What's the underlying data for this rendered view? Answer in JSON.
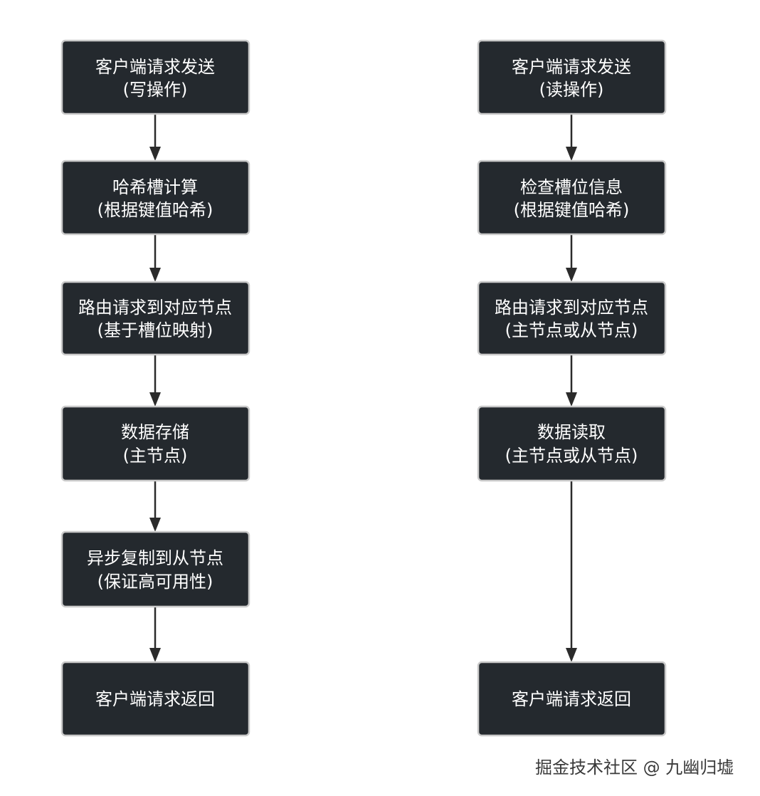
{
  "diagram": {
    "write_flow": {
      "node_1": {
        "line1": "客户端请求发送",
        "line2": "(写操作)"
      },
      "node_2": {
        "line1": "哈希槽计算",
        "line2": "(根据键值哈希)"
      },
      "node_3": {
        "line1": "路由请求到对应节点",
        "line2": "(基于槽位映射)"
      },
      "node_4": {
        "line1": "数据存储",
        "line2": "(主节点)"
      },
      "node_5": {
        "line1": "异步复制到从节点",
        "line2": "(保证高可用性)"
      },
      "node_6": {
        "line1": "客户端请求返回"
      }
    },
    "read_flow": {
      "node_1": {
        "line1": "客户端请求发送",
        "line2": "(读操作)"
      },
      "node_2": {
        "line1": "检查槽位信息",
        "line2": "(根据键值哈希)"
      },
      "node_3": {
        "line1": "路由请求到对应节点",
        "line2": "(主节点或从节点)"
      },
      "node_4": {
        "line1": "数据读取",
        "line2": "(主节点或从节点)"
      },
      "node_5": {
        "line1": "客户端请求返回"
      }
    }
  },
  "watermark": "掘金技术社区 @ 九幽归墟",
  "colors": {
    "node_fill": "#24292e",
    "node_border": "#c9c9c9",
    "node_text": "#ffffff",
    "edge": "#2b2b2b",
    "background": "#ffffff"
  }
}
